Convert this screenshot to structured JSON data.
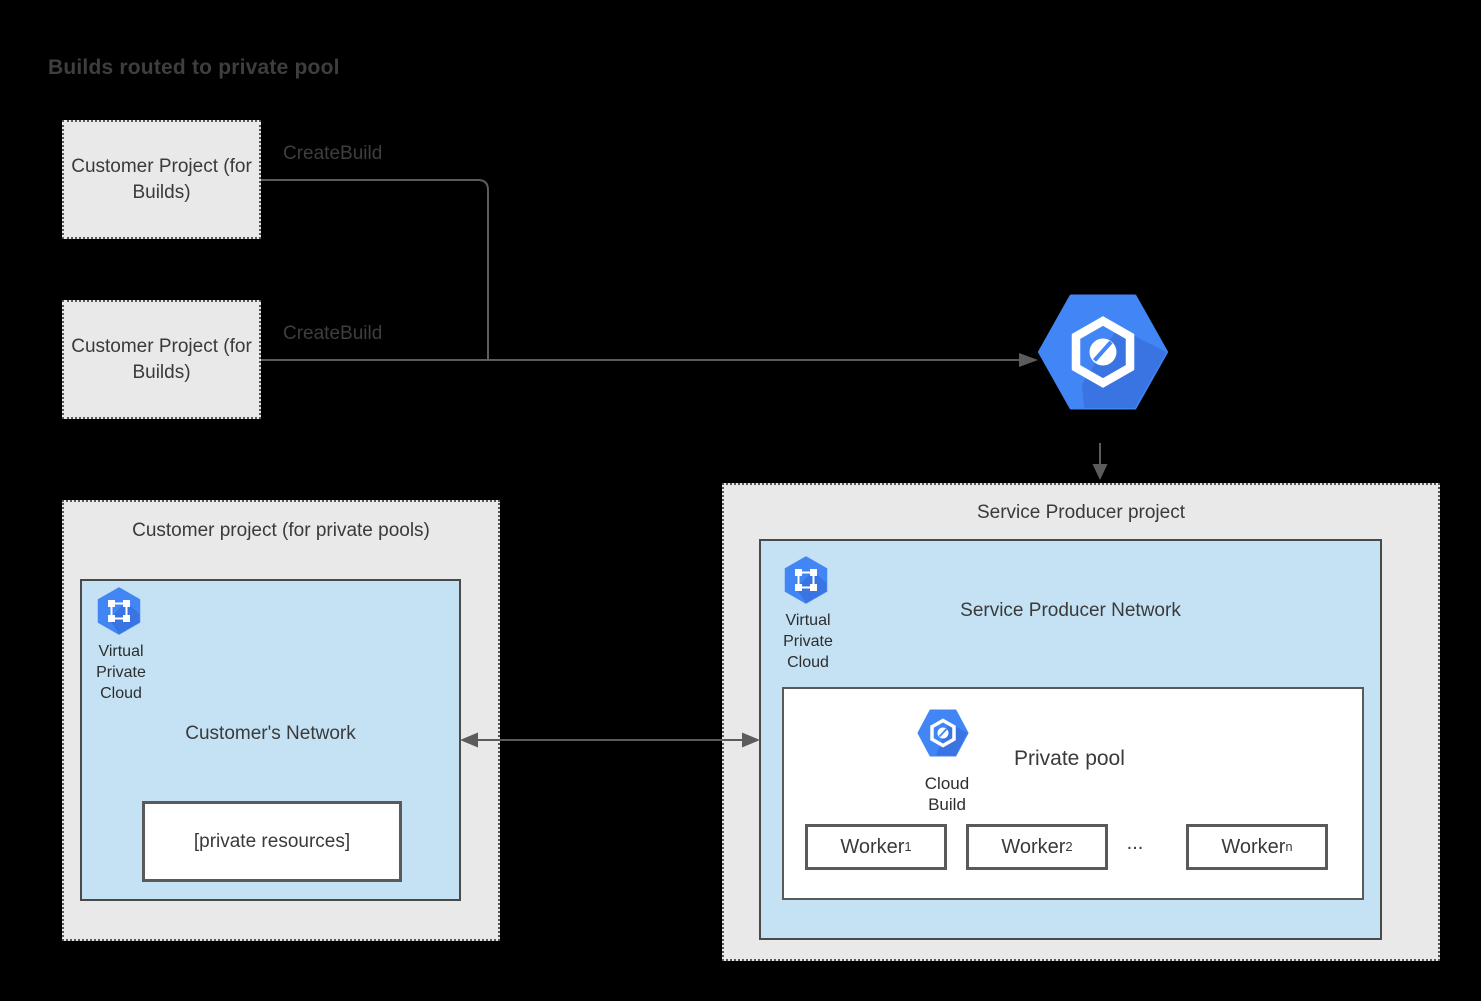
{
  "title": "Builds routed to private pool",
  "colors": {
    "background": "#000000",
    "project_fill": "#e9e9e9",
    "network_fill": "#c5e2f4",
    "box_fill": "#ffffff",
    "icon_blue": "#4285f4",
    "icon_shadow_blue": "#2f63cf",
    "connector_gray": "#5c5c5c",
    "text_dark": "#3a3a3a"
  },
  "build_projects": [
    {
      "label": "Customer Project (for Builds)",
      "arrow_label": "CreateBuild"
    },
    {
      "label": "Customer Project (for Builds)",
      "arrow_label": "CreateBuild"
    }
  ],
  "service_producer_project": {
    "title": "Service Producer project",
    "network": {
      "title": "Service Producer Network",
      "vpc_lines": [
        "Virtual",
        "Private",
        "Cloud"
      ],
      "private_pool": {
        "title": "Private pool",
        "icon_lines": [
          "Cloud",
          "Build"
        ],
        "workers": [
          {
            "base": "Worker",
            "sub": "1"
          },
          {
            "base": "Worker",
            "sub": "2"
          },
          {
            "base": "Worker",
            "sub": "n"
          }
        ],
        "ellipsis": "..."
      }
    }
  },
  "customer_project": {
    "title": "Customer project (for private pools)",
    "network": {
      "title": "Customer's Network",
      "vpc_lines": [
        "Virtual",
        "Private",
        "Cloud"
      ],
      "private_resources": "[private resources]"
    }
  }
}
